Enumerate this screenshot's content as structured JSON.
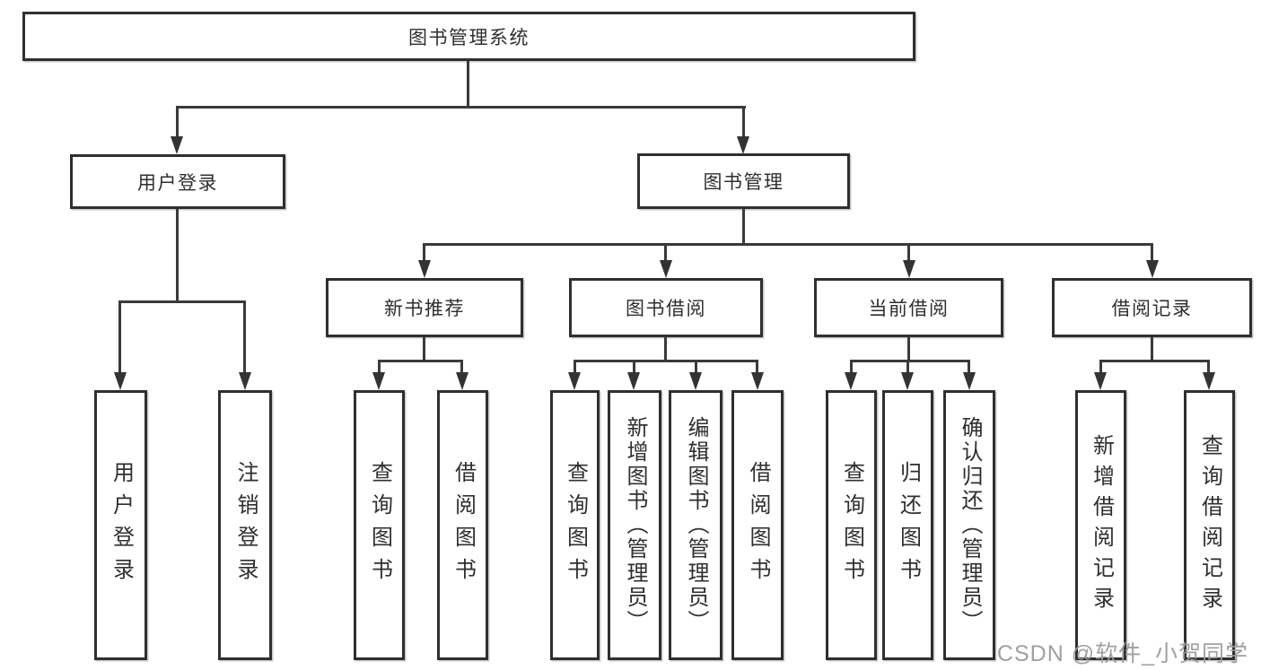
{
  "colors": {
    "box_border": "#2f2f2f",
    "connector_line": "#3a3a3a",
    "text": "#2f2f2f",
    "watermark": "#9b9b9b"
  },
  "watermark": {
    "text": "CSDN @软件_小贺同学"
  },
  "tree": {
    "label": "图书管理系统",
    "children": [
      {
        "label": "用户登录",
        "children": [
          {
            "label": "用户登录"
          },
          {
            "label": "注销登录"
          }
        ]
      },
      {
        "label": "图书管理",
        "children": [
          {
            "label": "新书推荐",
            "children": [
              {
                "label": "查询图书"
              },
              {
                "label": "借阅图书"
              }
            ]
          },
          {
            "label": "图书借阅",
            "children": [
              {
                "label": "查询图书"
              },
              {
                "label": "新增图书（管理员）"
              },
              {
                "label": "编辑图书（管理员）"
              },
              {
                "label": "借阅图书"
              }
            ]
          },
          {
            "label": "当前借阅",
            "children": [
              {
                "label": "查询图书"
              },
              {
                "label": "归还图书"
              },
              {
                "label": "确认归还（管理员）"
              }
            ]
          },
          {
            "label": "借阅记录",
            "children": [
              {
                "label": "新增借阅记录"
              },
              {
                "label": "查询借阅记录"
              }
            ]
          }
        ]
      }
    ]
  }
}
